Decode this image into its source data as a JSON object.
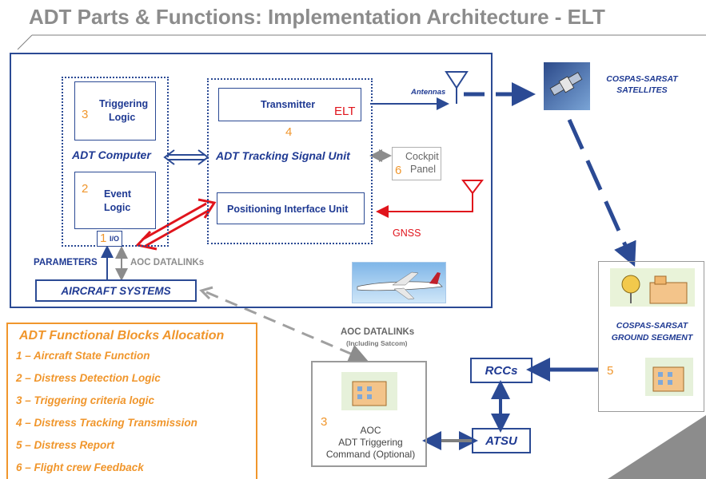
{
  "title": "ADT Parts & Functions: Implementation Architecture - ELT",
  "blocks": {
    "triggering": {
      "num": "3",
      "label_line1": "Triggering",
      "label_line2": "Logic"
    },
    "event": {
      "num": "2",
      "label_line1": "Event",
      "label_line2": "Logic"
    },
    "adt_computer": "ADT Computer",
    "io": {
      "num": "1",
      "label": "I/O"
    },
    "transmitter": "Transmitter",
    "elt": "ELT",
    "tracking_num": "4",
    "tracking_unit": "ADT Tracking Signal Unit",
    "cockpit": {
      "num": "6",
      "label_line1": "Cockpit",
      "label_line2": "Panel"
    },
    "positioning": "Positioning Interface Unit",
    "antennas": "Antennas",
    "gnss": "GNSS",
    "parameters": "PARAMETERS",
    "aoc_datalinks_inner": "AOC DATALINKs",
    "aircraft_systems": "AIRCRAFT SYSTEMS",
    "satellites_line1": "COSPAS-SARSAT",
    "satellites_line2": "SATELLITES",
    "ground_line1": "COSPAS-SARSAT",
    "ground_line2": "GROUND SEGMENT",
    "ground_num": "5",
    "rccs": "RCCs",
    "atsu": "ATSU",
    "aoc_datalinks_outer": "AOC DATALINKs",
    "including_satcom": "(Including Satcom)",
    "aoc": {
      "num": "3",
      "line1": "AOC",
      "line2": "ADT Triggering",
      "line3": "Command (Optional)"
    }
  },
  "legend": {
    "title": "ADT Functional Blocks Allocation",
    "items": [
      "1 – Aircraft State Function",
      "2 – Distress Detection Logic",
      "3 – Triggering criteria logic",
      "4 – Distress Tracking Transmission",
      "5 – Distress Report",
      "6 – Flight crew Feedback"
    ]
  },
  "colors": {
    "navy": "#2b4a94",
    "orange": "#f0962c",
    "red": "#e0141c",
    "gray": "#8c8c8c"
  },
  "icons": [
    "satellite-icon",
    "antenna-icon",
    "gnss-antenna-icon",
    "aircraft-icon",
    "ground-station-icon",
    "building-icon"
  ]
}
